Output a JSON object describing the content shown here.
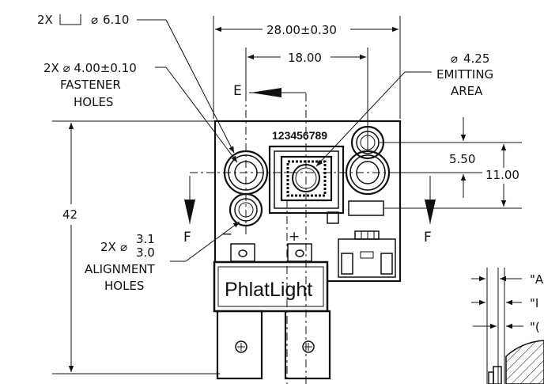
{
  "dimensions": {
    "overall_width": "28.00±0.30",
    "hole_spacing": "18.00",
    "vertical_spacing_small": "5.50",
    "vertical_spacing_large": "11.00",
    "overall_height": "42"
  },
  "callouts": {
    "square_bore": {
      "prefix": "2X",
      "value": "6.10"
    },
    "fastener": {
      "value": "2X ⌀ 4.00±0.10",
      "line1": "FASTENER",
      "line2": "HOLES"
    },
    "emitting": {
      "value": "4.25",
      "line1": "EMITTING",
      "line2": "AREA"
    },
    "alignment": {
      "prefix": "2X",
      "upper": "3.1",
      "lower": "3.0",
      "line1": "ALIGNMENT",
      "line2": "HOLES"
    }
  },
  "section_labels": {
    "e": "E",
    "f_left": "F",
    "f_right": "F"
  },
  "device": {
    "serial": "123456789",
    "logo": "PhlatLight",
    "minus": "−",
    "plus": "+"
  },
  "detail_labels": [
    "\"A",
    "\"I",
    "\"("
  ],
  "symbols": {
    "diameter": "⌀"
  }
}
